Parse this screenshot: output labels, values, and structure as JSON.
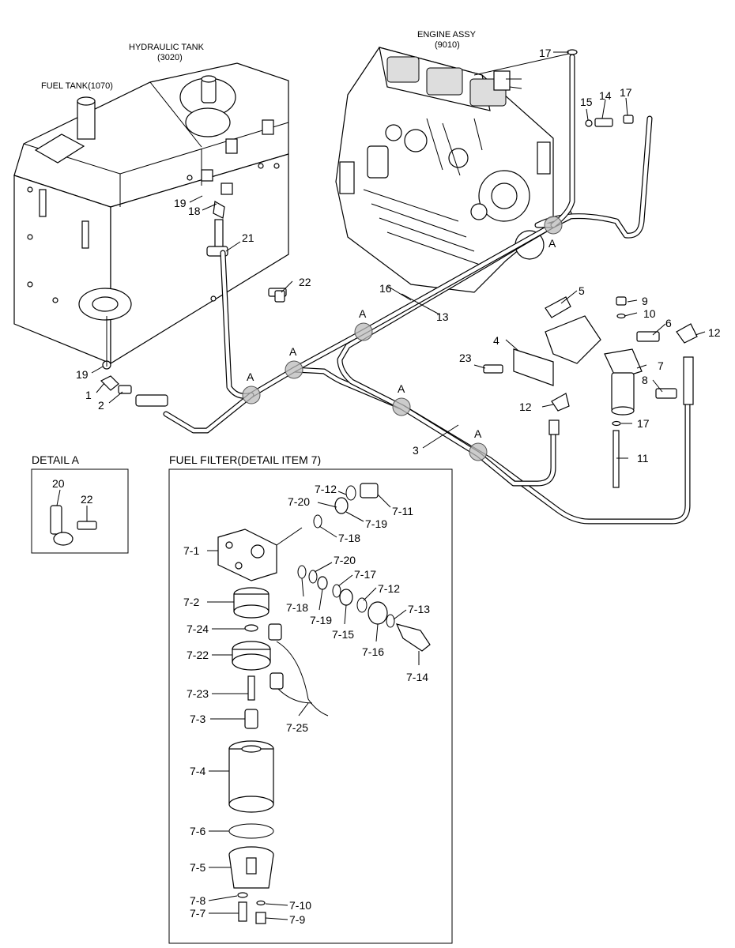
{
  "titles": {
    "hydraulic_tank": "HYDRAULIC TANK",
    "hydraulic_tank_code": "(3020)",
    "fuel_tank": "FUEL TANK(1070)",
    "engine_assy": "ENGINE ASSY",
    "engine_assy_code": "(9010)",
    "detail_a": "DETAIL  A",
    "fuel_filter": "FUEL FILTER(DETAIL ITEM 7)"
  },
  "marker_letter": "A",
  "callouts": {
    "c1": "1",
    "c2": "2",
    "c3": "3",
    "c4": "4",
    "c5": "5",
    "c6": "6",
    "c7": "7",
    "c8": "8",
    "c9": "9",
    "c10": "10",
    "c11": "11",
    "c12a": "12",
    "c12b": "12",
    "c13": "13",
    "c14": "14",
    "c15": "15",
    "c16": "16",
    "c17a": "17",
    "c17b": "17",
    "c17c": "17",
    "c18": "18",
    "c19a": "19",
    "c19b": "19",
    "c21": "21",
    "c22": "22",
    "c23": "23",
    "d20": "20",
    "d22": "22"
  },
  "filter_callouts": {
    "f1": "7-1",
    "f2": "7-2",
    "f24": "7-24",
    "f22": "7-22",
    "f23": "7-23",
    "f3": "7-3",
    "f4": "7-4",
    "f6": "7-6",
    "f5": "7-5",
    "f8": "7-8",
    "f7": "7-7",
    "f10": "7-10",
    "f9": "7-9",
    "f12a": "7-12",
    "f20a": "7-20",
    "f11": "7-11",
    "f19a": "7-19",
    "f18a": "7-18",
    "f20b": "7-20",
    "f17": "7-17",
    "f12b": "7-12",
    "f18b": "7-18",
    "f19b": "7-19",
    "f15": "7-15",
    "f13": "7-13",
    "f16": "7-16",
    "f14": "7-14",
    "f25": "7-25"
  }
}
